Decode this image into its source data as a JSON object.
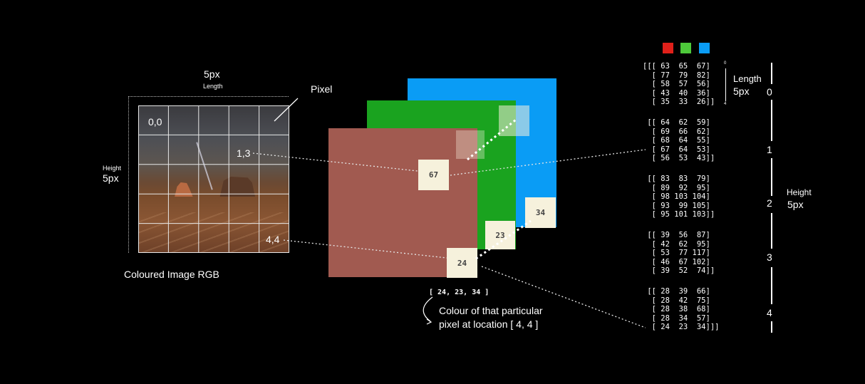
{
  "image_section": {
    "length_value": "5px",
    "length_label": "Length",
    "height_label": "Height",
    "height_value": "5px",
    "pixel_label": "Pixel",
    "coord_origin": "0,0",
    "coord_mid": "1,3",
    "coord_end": "4,4",
    "caption": "Coloured Image RGB"
  },
  "channels": {
    "colors": {
      "red": "#e0201a",
      "green": "#4dc93a",
      "blue": "#0a9cf5"
    },
    "plane_colors": {
      "blue": "#0a9cf5",
      "green": "#1aa31f",
      "red": "#a15a50"
    },
    "cell_values": {
      "top_red": "67",
      "top_green": "",
      "top_blue": "",
      "bottom_red": "24",
      "bottom_green": "23",
      "bottom_blue": "34"
    }
  },
  "annotation": {
    "value": "[ 24, 23, 34 ]",
    "line1": "Colour of that particular",
    "line2": "pixel at location [ 4, 4 ]"
  },
  "matrix": {
    "blocks": [
      "[[[ 63  65  67]\n  [ 77  79  82]\n  [ 58  57  56]\n  [ 43  40  36]\n  [ 35  33  26]]",
      " [[ 64  62  59]\n  [ 69  66  62]\n  [ 68  64  55]\n  [ 67  64  53]\n  [ 56  53  43]]",
      " [[ 83  83  79]\n  [ 89  92  95]\n  [ 98 103 104]\n  [ 93  99 105]\n  [ 95 101 103]]",
      " [[ 39  56  87]\n  [ 42  62  95]\n  [ 53  77 117]\n  [ 46  67 102]\n  [ 39  52  74]]",
      " [[ 28  39  66]\n  [ 28  42  75]\n  [ 28  38  68]\n  [ 28  34  57]\n  [ 24  23  34]]]"
    ],
    "length_label": "Length",
    "length_value": "5px",
    "mini_top": "0",
    "mini_bottom": "4",
    "row_indices": [
      "0",
      "1",
      "2",
      "3",
      "4"
    ],
    "height_label": "Height",
    "height_value": "5px"
  }
}
